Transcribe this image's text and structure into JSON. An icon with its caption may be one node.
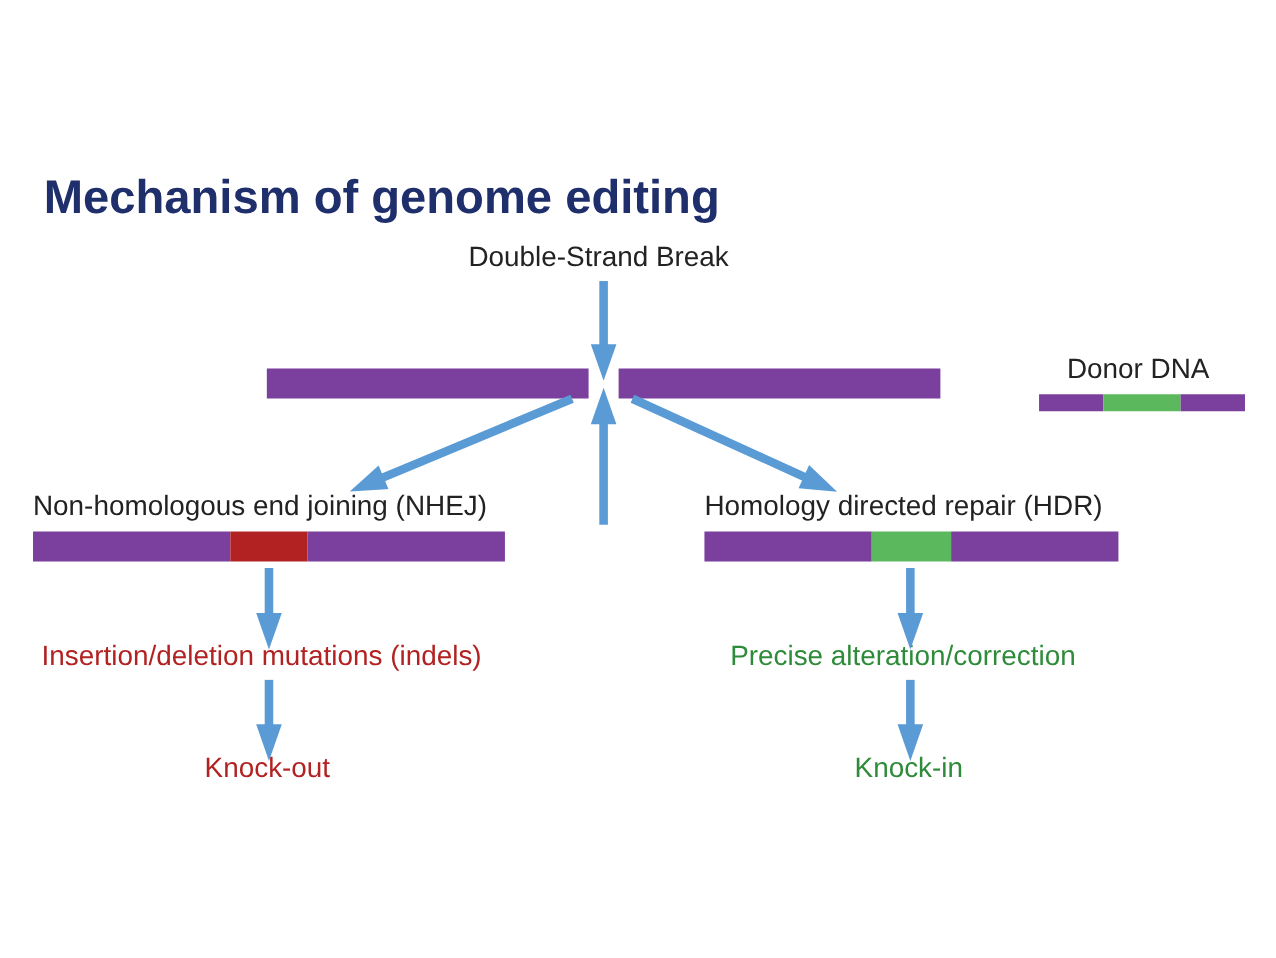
{
  "diagram": {
    "title": "Mechanism of genome editing",
    "nodes": [
      {
        "text": [
          "Double-Strand Break"
        ]
      },
      {
        "text": [],
        "shape": "bar"
      },
      {
        "text": [
          "Non-homologous end joining (NHEJ)"
        ]
      },
      {
        "text": [
          "Donor DNA"
        ]
      },
      {
        "text": [
          "Homology directed repair (HDR)"
        ]
      },
      {
        "text": [
          "Insertion/deletion mutations (indels)"
        ]
      },
      {
        "text": [
          "Precise alteration/correction"
        ]
      },
      {
        "text": [
          "Knock-out"
        ]
      },
      {
        "text": [
          "Knock-in"
        ]
      }
    ],
    "edges": [
      {
        "from": 0,
        "to": 1,
        "arrow": "to"
      },
      {
        "from": null,
        "to": 1,
        "arrow": "to"
      },
      {
        "from": 1,
        "to": 2,
        "arrow": "to"
      },
      {
        "from": 1,
        "to": 4,
        "arrow": "to"
      },
      {
        "from": 2,
        "to": 5,
        "arrow": "to"
      },
      {
        "from": 4,
        "to": 6,
        "arrow": "to"
      },
      {
        "from": 5,
        "to": 7,
        "arrow": "to"
      },
      {
        "from": 6,
        "to": 8,
        "arrow": "to"
      }
    ]
  }
}
